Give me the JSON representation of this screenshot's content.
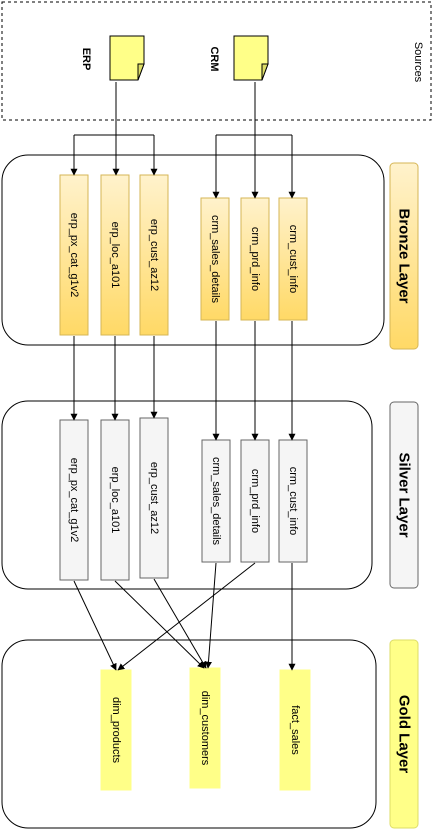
{
  "sources": {
    "label": "Sources",
    "erp_label": "ERP",
    "crm_label": "CRM"
  },
  "layers": {
    "bronze": "Bronze Layer",
    "silver": "Silver Layer",
    "gold": "Gold Layer"
  },
  "tables": {
    "bronze": [
      "erp_px_cat_g1v2",
      "erp_loc_a101",
      "erp_cust_az12",
      "crm_sales_details",
      "crm_prd_info",
      "crm_cust_info"
    ],
    "silver": [
      "erp_px_cat_g1v2",
      "erp_loc_a101",
      "erp_cust_az12",
      "crm_sales_details",
      "crm_prd_info",
      "crm_cust_info"
    ],
    "gold": [
      "dim_products",
      "dim_customers",
      "fact_sales"
    ]
  },
  "colors": {
    "bronze_fill_top": "#fff2cc",
    "bronze_fill_bottom": "#ffd966",
    "bronze_stroke": "#d6b656",
    "silver_fill": "#f5f5f5",
    "silver_stroke": "#666666",
    "gold_fill": "#ffff88",
    "gold_stroke": "#dddd66",
    "file_fill": "#ffff88"
  }
}
